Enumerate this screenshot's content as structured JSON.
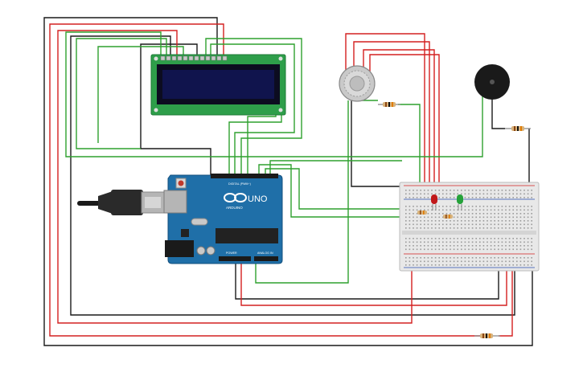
{
  "arduino": {
    "brand": "ARDUINO",
    "model": "UNO",
    "digital_label": "DIGITAL (PWM~)",
    "power_label": "POWER",
    "analog_label": "ANALOG IN"
  },
  "colors": {
    "wire_red": "#d42020",
    "wire_black": "#1a1a1a",
    "wire_green": "#2fa12f",
    "lcd_board": "#2e9e4a",
    "lcd_screen": "#10144d",
    "arduino_board": "#1f6fa8",
    "led_red": "#c0181a",
    "led_green": "#25a23a",
    "breadboard": "#e8e8e8"
  },
  "components": [
    "lcd-16x2",
    "gas-sensor",
    "piezo-buzzer",
    "breadboard",
    "arduino-uno",
    "usb-cable",
    "resistors",
    "leds"
  ]
}
